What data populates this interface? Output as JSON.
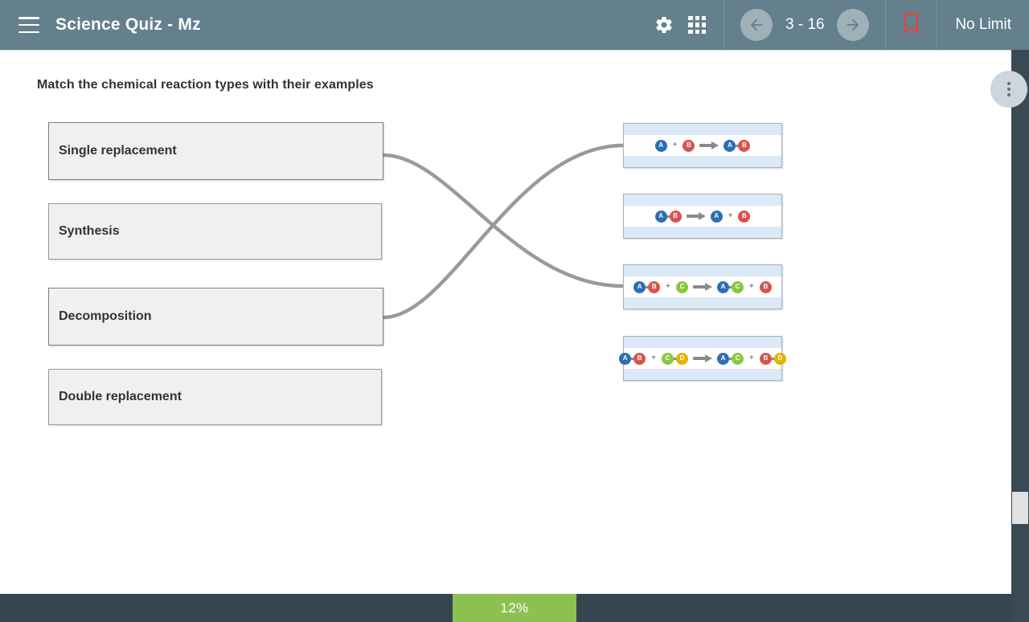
{
  "header": {
    "menu_icon": "hamburger-icon",
    "title": "Science Quiz - Mz",
    "settings_icon": "gear-icon",
    "apps_icon": "grid-icon",
    "prev_icon": "arrow-left-icon",
    "next_icon": "arrow-right-icon",
    "page_counter": "3 - 16",
    "bookmark_icon": "bookmark-icon",
    "bookmark_color": "#e8413c",
    "time_limit": "No Limit",
    "background_color": "#63808c"
  },
  "question": {
    "prompt": "Match the chemical reaction types with their examples"
  },
  "left_items": [
    {
      "label": "Single replacement",
      "selected": true
    },
    {
      "label": "Synthesis",
      "selected": false
    },
    {
      "label": "Decomposition",
      "selected": true
    },
    {
      "label": "Double replacement",
      "selected": false
    }
  ],
  "right_cards": [
    {
      "name": "synthesis-equation",
      "equation": "A + B -> AB",
      "reactants": [
        [
          "A"
        ],
        [
          "B"
        ]
      ],
      "products": [
        [
          "A",
          "B"
        ]
      ]
    },
    {
      "name": "decomposition-equation",
      "equation": "AB -> A + B",
      "reactants": [
        [
          "A",
          "B"
        ]
      ],
      "products": [
        [
          "A"
        ],
        [
          "B"
        ]
      ]
    },
    {
      "name": "single-replacement-equation",
      "equation": "AB + C -> AC + B",
      "reactants": [
        [
          "A",
          "B"
        ],
        [
          "C"
        ]
      ],
      "products": [
        [
          "A",
          "C"
        ],
        [
          "B"
        ]
      ]
    },
    {
      "name": "double-replacement-equation",
      "equation": "AB + CD -> AC + BD",
      "reactants": [
        [
          "A",
          "B"
        ],
        [
          "C",
          "D"
        ]
      ],
      "products": [
        [
          "A",
          "C"
        ],
        [
          "B",
          "D"
        ]
      ]
    }
  ],
  "connections": [
    {
      "from": "Single replacement",
      "to": "single-replacement-equation"
    },
    {
      "from": "Decomposition",
      "to": "synthesis-equation"
    }
  ],
  "atom_colors": {
    "A": "#2e6db4",
    "B": "#d9534f",
    "C": "#8cc63f",
    "D": "#e8b100"
  },
  "side_rail": {
    "more_icon": "more-vertical-icon",
    "background_color": "#3a4a54"
  },
  "footer": {
    "progress_text": "12%",
    "progress_color": "#8cc152",
    "background_color": "#36454f"
  }
}
